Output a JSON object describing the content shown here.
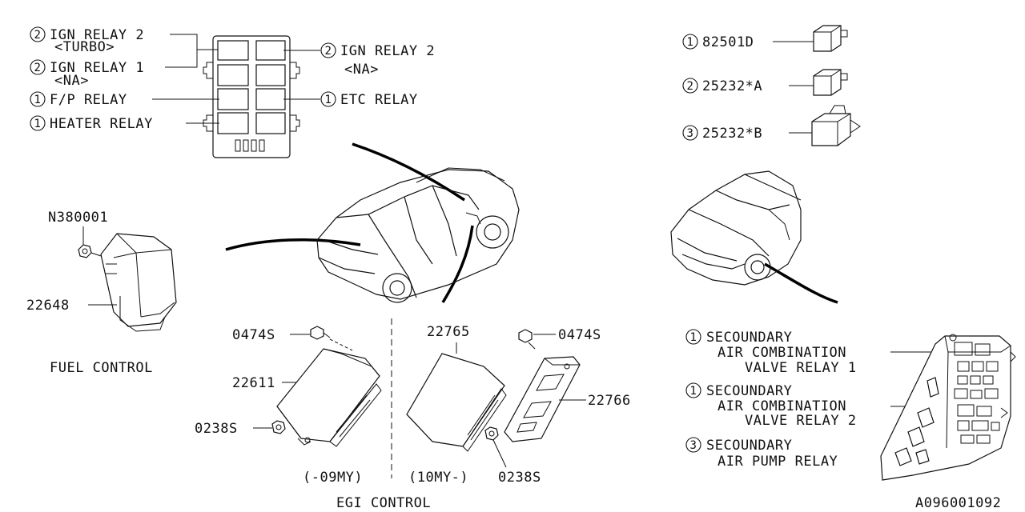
{
  "relay_box": {
    "left_labels": [
      {
        "num": "2",
        "text": "IGN RELAY 2",
        "sub": "<TURBO>"
      },
      {
        "num": "2",
        "text": "IGN RELAY 1",
        "sub": "<NA>"
      },
      {
        "num": "1",
        "text": "F/P RELAY",
        "sub": ""
      },
      {
        "num": "1",
        "text": "HEATER RELAY",
        "sub": ""
      }
    ],
    "right_labels": [
      {
        "num": "2",
        "text": "IGN RELAY 2",
        "sub": "<NA>"
      },
      {
        "num": "1",
        "text": "ETC RELAY",
        "sub": ""
      }
    ]
  },
  "relay_types": [
    {
      "num": "1",
      "part": "82501D"
    },
    {
      "num": "2",
      "part": "25232*A"
    },
    {
      "num": "3",
      "part": "25232*B"
    }
  ],
  "fuel_control": {
    "nut_part": "N380001",
    "module_part": "22648",
    "caption": "FUEL CONTROL"
  },
  "egi_control": {
    "caption": "EGI CONTROL",
    "left": {
      "bolt": "0474S",
      "module": "22611",
      "nut": "0238S",
      "range": "(-09MY)"
    },
    "right": {
      "module": "22765",
      "bolt": "0474S",
      "bracket": "22766",
      "nut": "0238S",
      "range": "(10MY-)"
    }
  },
  "engine_relays": [
    {
      "num": "1",
      "lines": [
        "SECOUNDARY",
        "AIR COMBINATION",
        "VALVE RELAY 1"
      ]
    },
    {
      "num": "1",
      "lines": [
        "SECOUNDARY",
        "AIR COMBINATION",
        "VALVE RELAY 2"
      ]
    },
    {
      "num": "3",
      "lines": [
        "SECOUNDARY",
        "AIR PUMP RELAY"
      ]
    }
  ],
  "diagram_id": "A096001092"
}
